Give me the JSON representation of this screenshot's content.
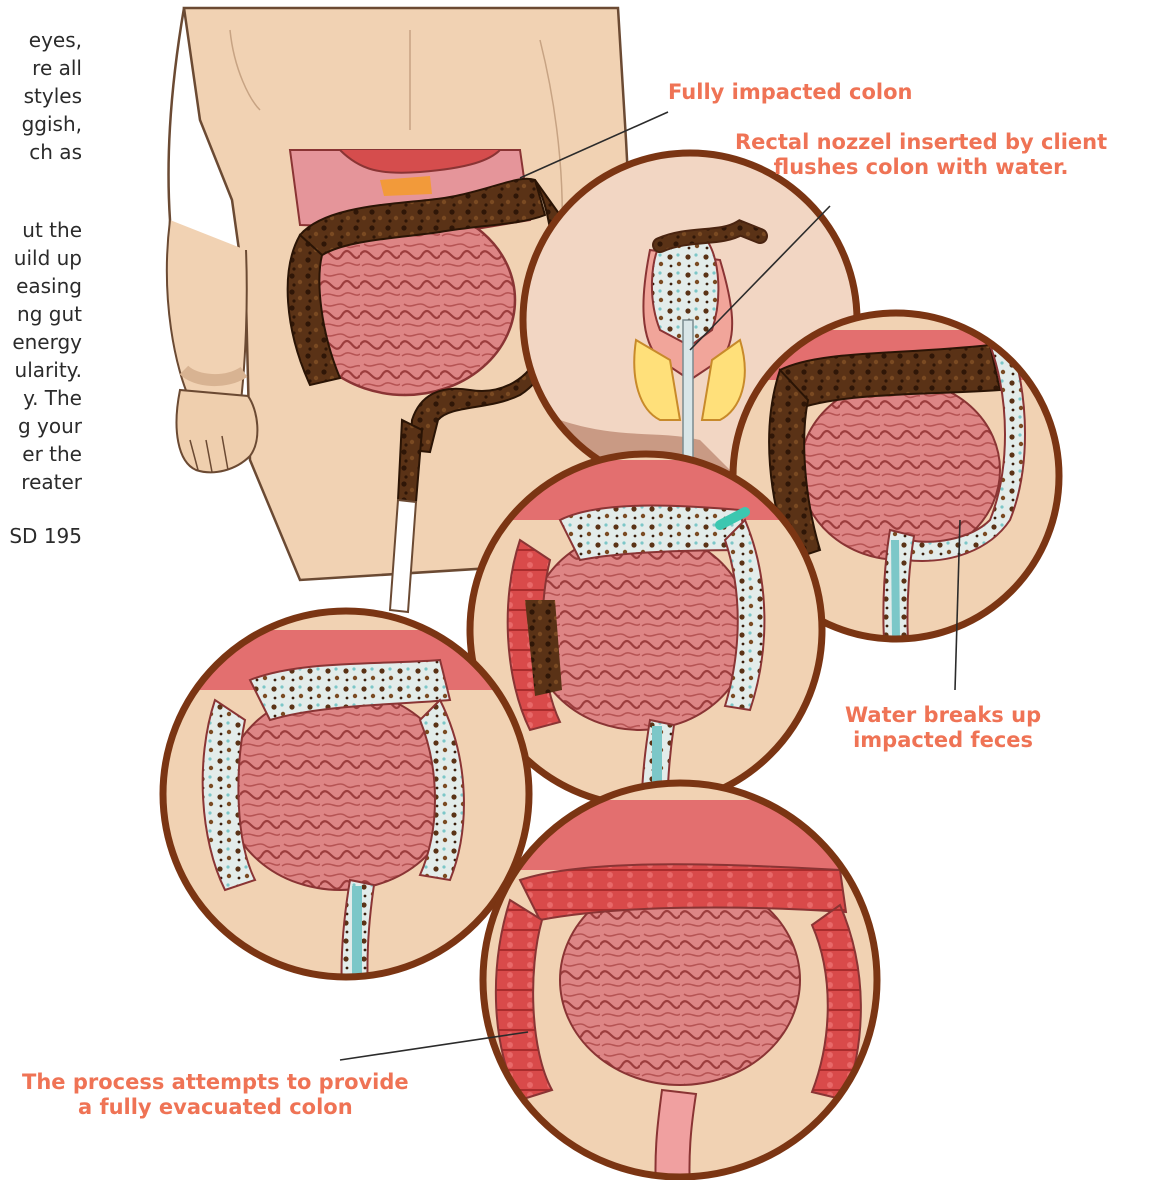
{
  "left_text": {
    "paragraphs": [
      [
        "eyes,",
        "re all",
        "styles",
        "ggish,",
        "ch as"
      ],
      [
        "ut the",
        "uild up",
        "easing",
        "ng gut",
        "energy",
        "ularity.",
        "y. The",
        "g your",
        "er the",
        "reater"
      ],
      [
        "SD 195"
      ]
    ]
  },
  "callouts": {
    "fully_impacted": [
      "Fully impacted colon"
    ],
    "rectal_nozzle": [
      "Rectal nozzel inserted by client",
      "flushes colon with water."
    ],
    "water_breaks": [
      "Water breaks up",
      "impacted feces"
    ],
    "process": [
      "The process attempts to provide",
      "a fully evacuated colon"
    ]
  },
  "colors": {
    "callout_text": "#ef7355",
    "skin": "#efcfae",
    "intestine": "#d77a7a",
    "colon_red": "#d34848",
    "impacted": "#4e2a14",
    "circle_border": "#7b3513",
    "water": "#7cc7c8"
  }
}
